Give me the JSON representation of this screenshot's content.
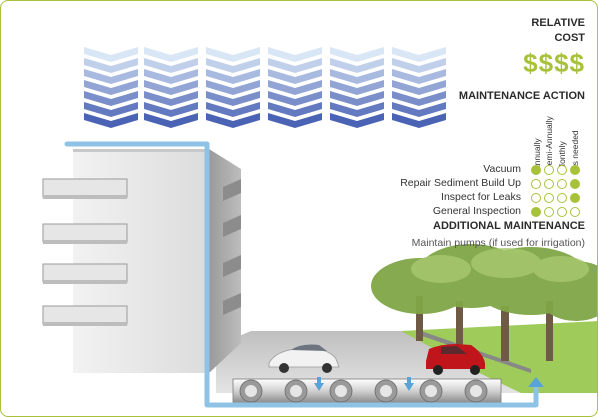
{
  "relative_cost": {
    "title_line1": "RELATIVE",
    "title_line2": "COST",
    "value": "$$$$"
  },
  "maintenance_action": {
    "title": "MAINTENANCE ACTION",
    "columns": [
      "Annually",
      "Semi-Annually",
      "Monthly",
      "As needed"
    ],
    "rows": [
      {
        "label": "Vacuum",
        "marks": [
          true,
          false,
          false,
          true
        ]
      },
      {
        "label": "Repair Sediment Build Up",
        "marks": [
          false,
          false,
          false,
          true
        ]
      },
      {
        "label": "Inspect for Leaks",
        "marks": [
          false,
          false,
          false,
          true
        ]
      },
      {
        "label": "General Inspection",
        "marks": [
          true,
          false,
          false,
          false
        ]
      }
    ]
  },
  "additional_maintenance": {
    "title": "ADDITIONAL MAINTENANCE",
    "note": "Maintain pumps (if used for irrigation)"
  },
  "colors": {
    "accent_green": "#a7c23a",
    "water_blue": "#8fc3e6",
    "chevron_dark": "#4b63b5",
    "chevron_light": "#d8e6f5"
  }
}
